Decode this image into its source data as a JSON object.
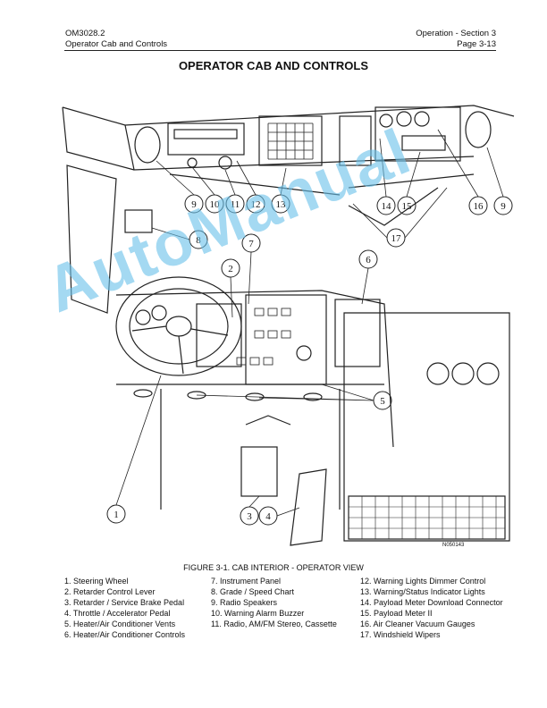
{
  "header": {
    "doc_id": "OM3028.2",
    "doc_subtitle": "Operator Cab and Controls",
    "section": "Operation - Section 3",
    "page": "Page 3-13"
  },
  "title": "OPERATOR CAB AND CONTROLS",
  "figure": {
    "callouts": [
      "9",
      "10",
      "11",
      "12",
      "13",
      "14",
      "15",
      "16",
      "9",
      "8",
      "7",
      "2",
      "6",
      "17",
      "5",
      "1",
      "3",
      "4"
    ],
    "drawing_code": "N050143"
  },
  "caption": "FIGURE 3-1. CAB INTERIOR - OPERATOR VIEW",
  "legend": {
    "col1": [
      "1. Steering Wheel",
      "2. Retarder Control Lever",
      "3. Retarder / Service Brake Pedal",
      "4. Throttle / Accelerator Pedal",
      "5. Heater/Air Conditioner Vents",
      "6. Heater/Air Conditioner Controls"
    ],
    "col2": [
      "7. Instrument Panel",
      "8. Grade / Speed Chart",
      "9. Radio Speakers",
      "10. Warning Alarm Buzzer",
      "11. Radio, AM/FM Stereo, Cassette"
    ],
    "col3": [
      "12. Warning Lights Dimmer Control",
      "13. Warning/Status Indicator Lights",
      "14. Payload Meter Download Connector",
      "15. Payload Meter II",
      "16. Air Cleaner Vacuum Gauges",
      "17. Windshield Wipers"
    ]
  },
  "watermark": "AutoManual"
}
